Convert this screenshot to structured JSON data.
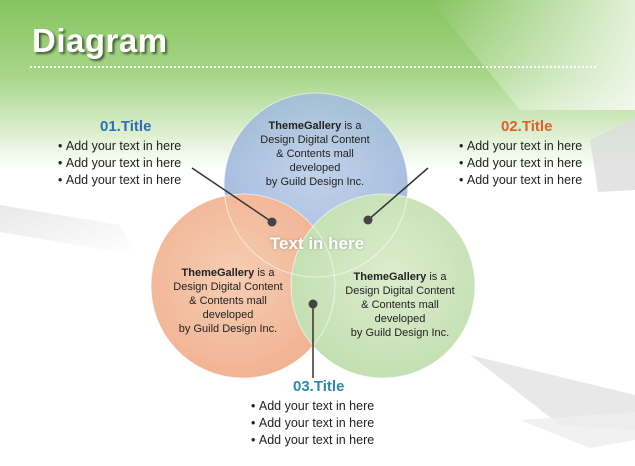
{
  "slide": {
    "title": "Diagram"
  },
  "center_label": "Text in here",
  "circles": [
    {
      "id": "top",
      "bold": "ThemeGallery",
      "rest": " is a",
      "lines": [
        "Design Digital Content",
        "& Contents mall",
        "developed",
        "by Guild Design Inc."
      ],
      "color": "#9fb8dc"
    },
    {
      "id": "left",
      "bold": "ThemeGallery",
      "rest": " is a",
      "lines": [
        "Design Digital Content",
        "& Contents mall",
        "developed",
        "by Guild Design Inc."
      ],
      "color": "#f0b08c"
    },
    {
      "id": "right",
      "bold": "ThemeGallery",
      "rest": " is a",
      "lines": [
        "Design Digital Content",
        "& Contents mall",
        "developed",
        "by Guild Design Inc."
      ],
      "color": "#c4e0b0"
    }
  ],
  "blocks": [
    {
      "title": "01.Title",
      "items": [
        "Add your text  in here",
        "Add your text  in here",
        "Add your text  in here"
      ],
      "color": "#2e6fb6"
    },
    {
      "title": "02.Title",
      "items": [
        "Add your text  in here",
        "Add your text  in here",
        "Add your text  in here"
      ],
      "color": "#e0602a"
    },
    {
      "title": "03.Title",
      "items": [
        "Add your text  in here",
        "Add your text  in here",
        "Add your text  in here"
      ],
      "color": "#2a8ab0"
    }
  ],
  "colors": {
    "header_green": "#7fbf5a",
    "connector": "#333333"
  }
}
